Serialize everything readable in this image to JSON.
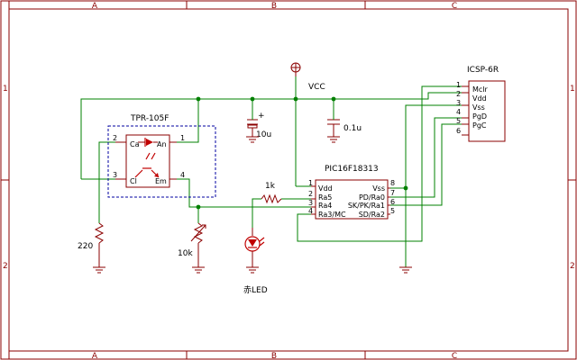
{
  "frame": {
    "columns": [
      "A",
      "B",
      "C"
    ],
    "rows": [
      "1",
      "2"
    ]
  },
  "labels": {
    "vcc": "VCC",
    "icsp": "ICSP-6R",
    "tpr": "TPR-105F",
    "pic": "PIC16F18313",
    "c_10u": "10u",
    "c_01u": "0.1u",
    "r_1k": "1k",
    "r_220": "220",
    "r_10k": "10k",
    "led": "赤LED"
  },
  "icsp_pins": [
    {
      "num": "1",
      "name": "Mclr"
    },
    {
      "num": "2",
      "name": "Vdd"
    },
    {
      "num": "3",
      "name": "Vss"
    },
    {
      "num": "4",
      "name": "PgD"
    },
    {
      "num": "5",
      "name": "PgC"
    },
    {
      "num": "6",
      "name": ""
    }
  ],
  "pic_left": [
    {
      "num": "1",
      "name": "Vdd"
    },
    {
      "num": "2",
      "name": "Ra5"
    },
    {
      "num": "3",
      "name": "Ra4"
    },
    {
      "num": "4",
      "name": "Ra3/MC"
    }
  ],
  "pic_right": [
    {
      "num": "8",
      "name": "Vss"
    },
    {
      "num": "7",
      "name": "PD/Ra0"
    },
    {
      "num": "6",
      "name": "SK/PK/Ra1"
    },
    {
      "num": "5",
      "name": "SD/Ra2"
    }
  ],
  "tpr_pins": {
    "p1": "1",
    "p2": "2",
    "p3": "3",
    "p4": "4",
    "ca": "Ca",
    "an": "An",
    "cl": "Cl",
    "em": "Em"
  }
}
